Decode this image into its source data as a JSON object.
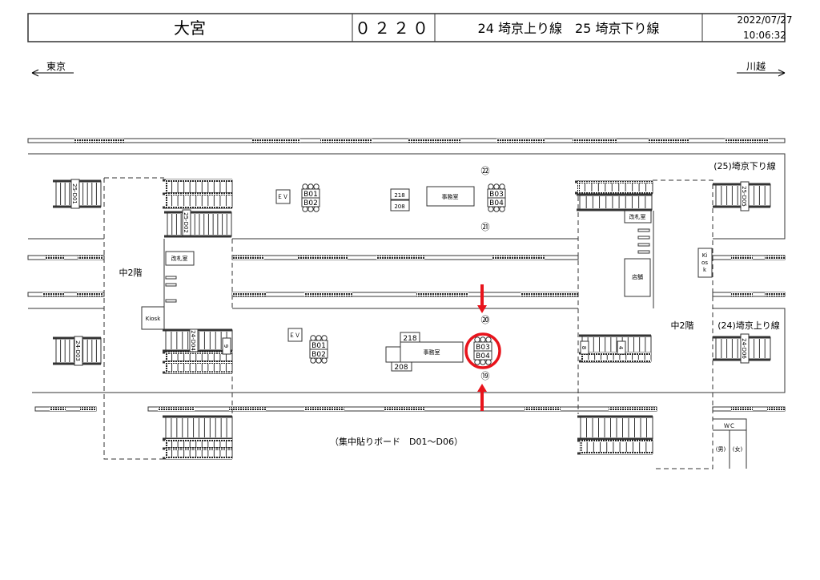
{
  "header": {
    "station": "大宮",
    "code": "０２２０",
    "lines": "24 埼京上り線　25 埼京下り線",
    "date": "2022/07/27",
    "time": "10:06:32"
  },
  "directions": {
    "left": "東京",
    "right": "川越"
  },
  "platform_labels": {
    "down_line": "(25)埼京下り線",
    "up_line": "(24)埼京上り線"
  },
  "mezzanine": {
    "left": "中2階",
    "right": "中2階"
  },
  "facilities": {
    "ticket_office": "改札室",
    "kiosk": "Kiosk",
    "kiosk_vertical": [
      "Ki",
      "os",
      "k"
    ],
    "ev": "ＥＶ",
    "office": "事務室",
    "shop": "店舗",
    "wc": "ＷＣ",
    "men": "(男)",
    "women": "(女)"
  },
  "stairs": [
    "25-D01",
    "25-D02",
    "24-D03",
    "24-D04",
    "25-D05",
    "24-D06",
    "8",
    "4",
    "9"
  ],
  "boards": {
    "b01": "B01",
    "b02": "B02",
    "b03": "B03",
    "b04": "B04",
    "n218": "218",
    "n208": "208"
  },
  "car_positions": [
    "㉒",
    "㉑",
    "⑳",
    "⑲"
  ],
  "note": "（集中貼りボード　D01～D06）",
  "colors": {
    "highlight": "#e8141c"
  }
}
